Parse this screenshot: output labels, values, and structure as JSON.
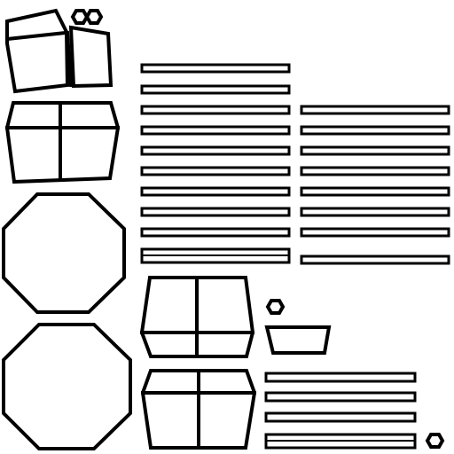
{
  "texture": {
    "title": "",
    "background_color": "#ffffff",
    "line_color": "#000000"
  },
  "islands": {
    "tilted_tiles": [
      "tile-a",
      "tile-b"
    ],
    "small_hexagons": [
      "hex-1",
      "hex-2",
      "hex-3",
      "hex-4"
    ],
    "cube_unwraps": [
      "box-face-1",
      "box-face-2",
      "box-face-3"
    ],
    "octagons": [
      "octagon-1",
      "octagon-2"
    ],
    "trapezoid": [
      "tray"
    ],
    "strip_group_1": 10,
    "strip_group_2": 8,
    "strip_group_3": 4
  }
}
